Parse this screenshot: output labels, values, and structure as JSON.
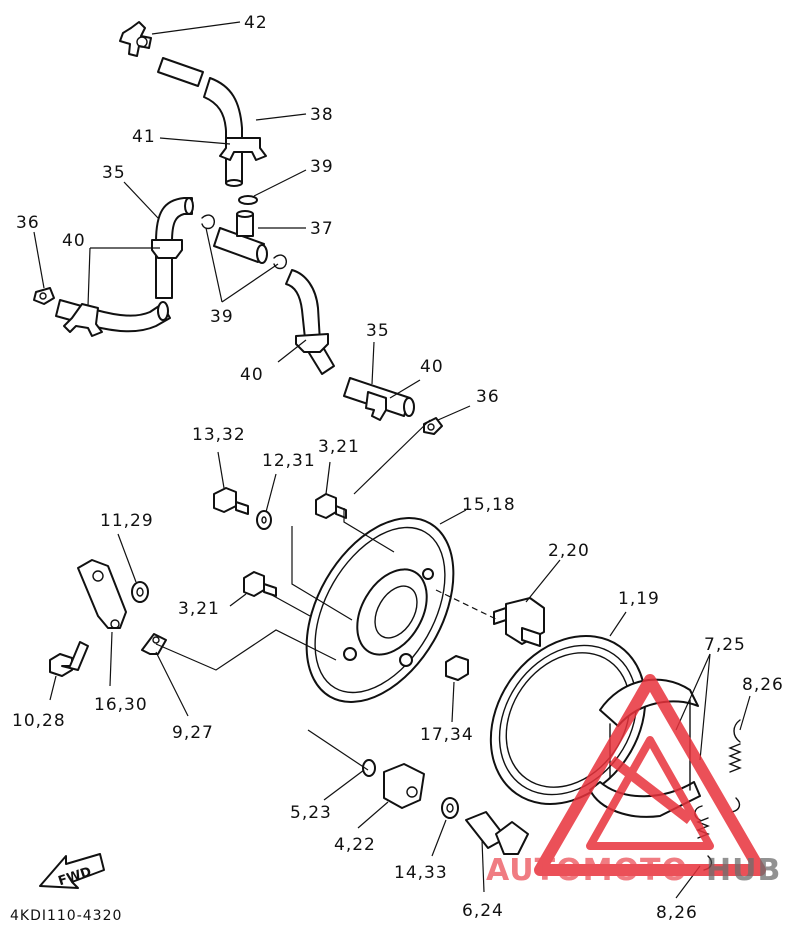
{
  "diagram": {
    "code": "4KDI110-4320",
    "fwd_label": "FWD",
    "labels": {
      "p42": "42",
      "p38": "38",
      "p41": "41",
      "p39a": "39",
      "p35a": "35",
      "p37": "37",
      "p36a": "36",
      "p40a": "40",
      "p39b": "39",
      "p35b": "35",
      "p40b": "40",
      "p40c": "40",
      "p36b": "36",
      "p13_32": "13,32",
      "p12_31": "12,31",
      "p3_21a": "3,21",
      "p15_18": "15,18",
      "p11_29": "11,29",
      "p2_20": "2,20",
      "p1_19": "1,19",
      "p3_21b": "3,21",
      "p7_25": "7,25",
      "p8_26a": "8,26",
      "p10_28": "10,28",
      "p16_30": "16,30",
      "p9_27": "9,27",
      "p17_34": "17,34",
      "p5_23": "5,23",
      "p4_22": "4,22",
      "p14_33": "14,33",
      "p6_24": "6,24",
      "p8_26b": "8,26"
    }
  },
  "watermark": {
    "prefix": "AUTOMOTO",
    "suffix": "HUB",
    "color_red": "#e8323c",
    "color_gray": "#555555"
  }
}
